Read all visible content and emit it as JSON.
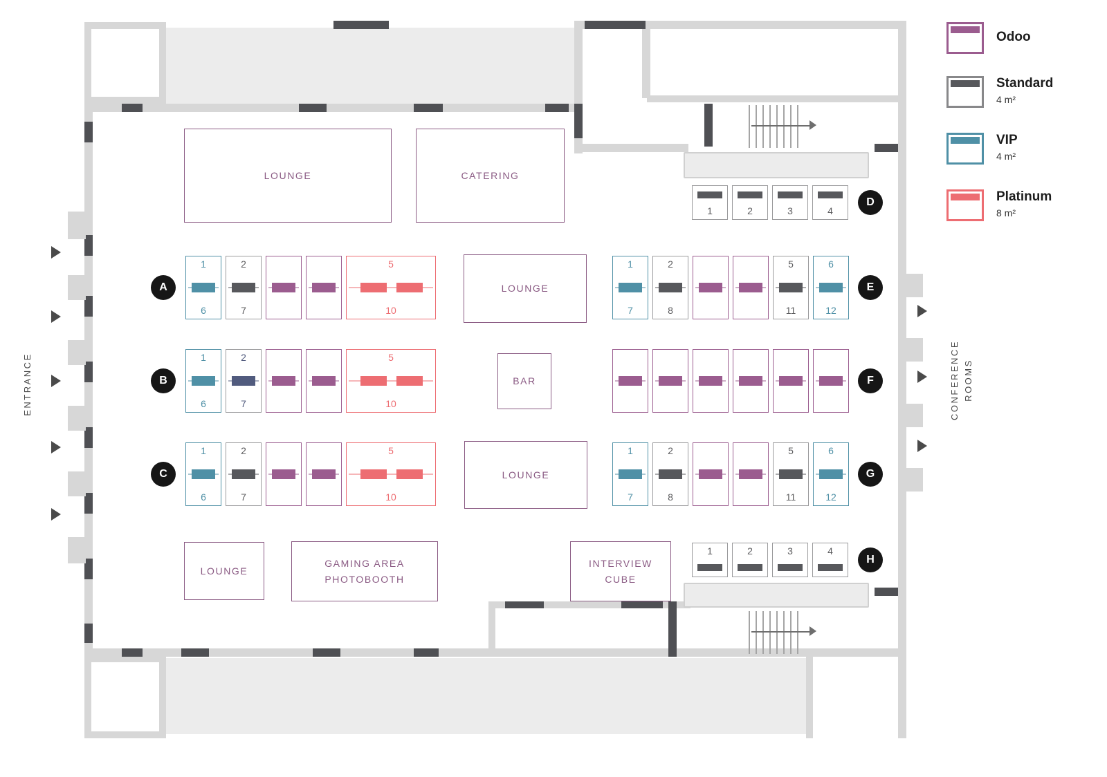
{
  "legend": {
    "items": [
      {
        "id": "odoo",
        "label": "Odoo",
        "size": ""
      },
      {
        "id": "standard",
        "label": "Standard",
        "size": "4 m²"
      },
      {
        "id": "vip",
        "label": "VIP",
        "size": "4 m²"
      },
      {
        "id": "platinum",
        "label": "Platinum",
        "size": "8 m²"
      }
    ]
  },
  "colors": {
    "odoo": "#9b5c8f",
    "standard": "#57585c",
    "standard_border": "#9a9a9c",
    "vip": "#4f90a6",
    "platinum": "#ed6d72",
    "navy": "#515b7e",
    "room_outline": "#8a5a83",
    "wall": "#d7d7d7",
    "wall_fill": "#ececec",
    "dark_wall": "#4f5054"
  },
  "side_labels": {
    "entrance": "ENTRANCE",
    "conference_line1": "CONFERENCE",
    "conference_line2": "ROOMS"
  },
  "rooms": {
    "lounge_top": "LOUNGE",
    "catering": "CATERING",
    "lounge_mid_top": "LOUNGE",
    "bar": "BAR",
    "lounge_mid_bottom": "LOUNGE",
    "lounge_bottom": "LOUNGE",
    "gaming_line1": "GAMING AREA",
    "gaming_line2": "PHOTOBOOTH",
    "interview_line1": "INTERVIEW",
    "interview_line2": "CUBE"
  },
  "booth_rows": [
    {
      "id": "A",
      "letter": "A",
      "booths": [
        {
          "type": "vip",
          "top": "1",
          "bottom": "6"
        },
        {
          "type": "standard",
          "top": "2",
          "bottom": "7"
        },
        {
          "type": "odoo"
        },
        {
          "type": "odoo"
        },
        {
          "type": "platinum",
          "top": "5",
          "bottom": "10",
          "wide": true
        }
      ]
    },
    {
      "id": "B",
      "letter": "B",
      "booths": [
        {
          "type": "vip",
          "top": "1",
          "bottom": "6"
        },
        {
          "type": "navy",
          "top": "2",
          "bottom": "7"
        },
        {
          "type": "odoo"
        },
        {
          "type": "odoo"
        },
        {
          "type": "platinum",
          "top": "5",
          "bottom": "10",
          "wide": true
        }
      ]
    },
    {
      "id": "C",
      "letter": "C",
      "booths": [
        {
          "type": "vip",
          "top": "1",
          "bottom": "6"
        },
        {
          "type": "standard",
          "top": "2",
          "bottom": "7"
        },
        {
          "type": "odoo"
        },
        {
          "type": "odoo"
        },
        {
          "type": "platinum",
          "top": "5",
          "bottom": "10",
          "wide": true
        }
      ]
    },
    {
      "id": "D",
      "letter": "D",
      "booths": [
        {
          "type": "standard",
          "num": "1"
        },
        {
          "type": "standard",
          "num": "2"
        },
        {
          "type": "standard",
          "num": "3"
        },
        {
          "type": "standard",
          "num": "4"
        }
      ]
    },
    {
      "id": "E",
      "letter": "E",
      "booths": [
        {
          "type": "vip",
          "top": "1",
          "bottom": "7"
        },
        {
          "type": "standard",
          "top": "2",
          "bottom": "8"
        },
        {
          "type": "odoo"
        },
        {
          "type": "odoo"
        },
        {
          "type": "standard",
          "top": "5",
          "bottom": "11"
        },
        {
          "type": "vip",
          "top": "6",
          "bottom": "12"
        }
      ]
    },
    {
      "id": "F",
      "letter": "F",
      "booths": [
        {
          "type": "odoo"
        },
        {
          "type": "odoo"
        },
        {
          "type": "odoo"
        },
        {
          "type": "odoo"
        },
        {
          "type": "odoo"
        },
        {
          "type": "odoo"
        }
      ]
    },
    {
      "id": "G",
      "letter": "G",
      "booths": [
        {
          "type": "vip",
          "top": "1",
          "bottom": "7"
        },
        {
          "type": "standard",
          "top": "2",
          "bottom": "8"
        },
        {
          "type": "odoo"
        },
        {
          "type": "odoo"
        },
        {
          "type": "standard",
          "top": "5",
          "bottom": "11"
        },
        {
          "type": "vip",
          "top": "6",
          "bottom": "12"
        }
      ]
    },
    {
      "id": "H",
      "letter": "H",
      "booths": [
        {
          "type": "standard",
          "num": "1"
        },
        {
          "type": "standard",
          "num": "2"
        },
        {
          "type": "standard",
          "num": "3"
        },
        {
          "type": "standard",
          "num": "4"
        }
      ]
    }
  ]
}
